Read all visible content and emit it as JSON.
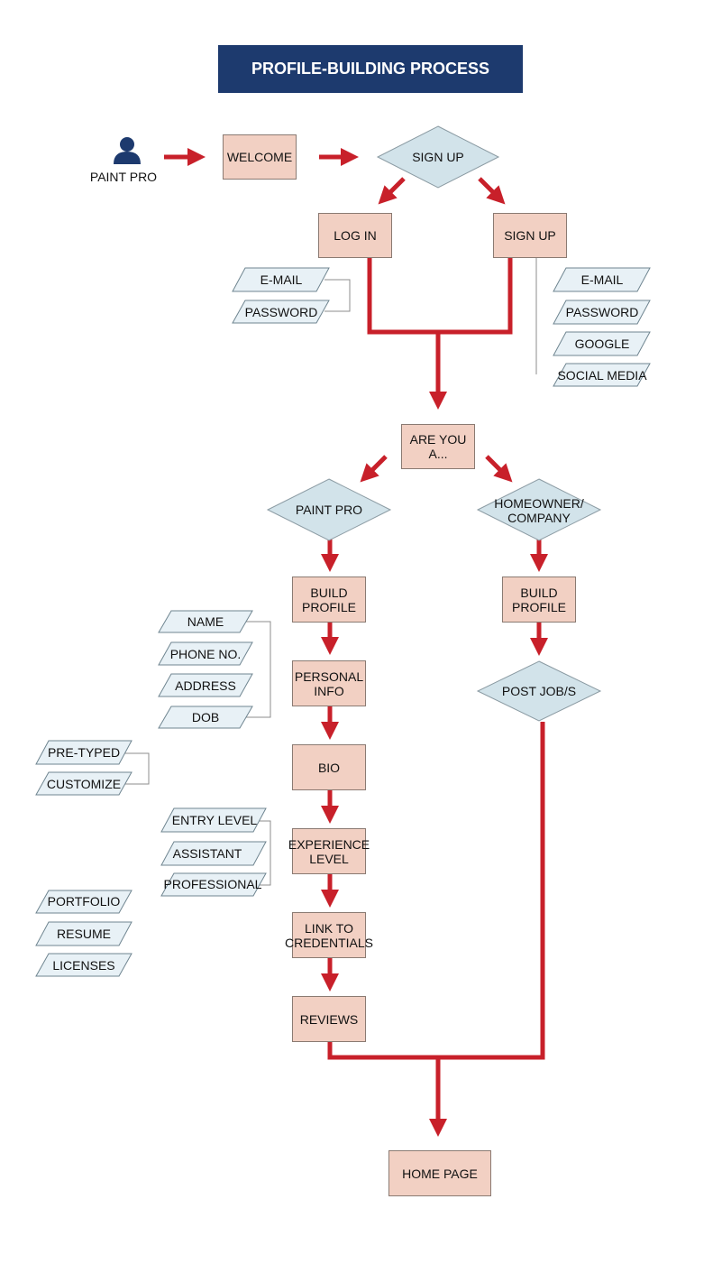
{
  "title": "PROFILE-BUILDING PROCESS",
  "colors": {
    "title_bg": "#1d3a6e",
    "process_fill": "#f2d0c3",
    "decision_fill": "#d2e3ea",
    "data_fill": "#e8f1f6",
    "arrow": "#c8202a",
    "connector": "#8c8c8c"
  },
  "actor": {
    "icon": "person-icon",
    "label": "PAINT PRO"
  },
  "nodes": {
    "welcome": "WELCOME",
    "signup_decision": "SIGN UP",
    "login": "LOG IN",
    "signup": "SIGN UP",
    "are_you": "ARE YOU A...",
    "paint_pro": "PAINT PRO",
    "homeowner": "HOMEOWNER/\nCOMPANY",
    "build_profile_pro": "BUILD\nPROFILE",
    "build_profile_home": "BUILD\nPROFILE",
    "personal_info": "PERSONAL\nINFO",
    "bio": "BIO",
    "experience": "EXPERIENCE\nLEVEL",
    "credentials": "LINK TO\nCREDENTIALS",
    "reviews": "REVIEWS",
    "post_job": "POST JOB/S",
    "home_page": "HOME PAGE"
  },
  "inputs": {
    "login_email": "E-MAIL",
    "login_password": "PASSWORD",
    "signup_email": "E-MAIL",
    "signup_password": "PASSWORD",
    "signup_google": "GOOGLE",
    "signup_social": "SOCIAL MEDIA",
    "name": "NAME",
    "phone": "PHONE NO.",
    "address": "ADDRESS",
    "dob": "DOB",
    "pretyped": "PRE-TYPED",
    "customize": "CUSTOMIZE",
    "entry_level": "ENTRY LEVEL",
    "assistant": "ASSISTANT",
    "professional": "PROFESSIONAL",
    "portfolio": "PORTFOLIO",
    "resume": "RESUME",
    "licenses": "LICENSES"
  }
}
